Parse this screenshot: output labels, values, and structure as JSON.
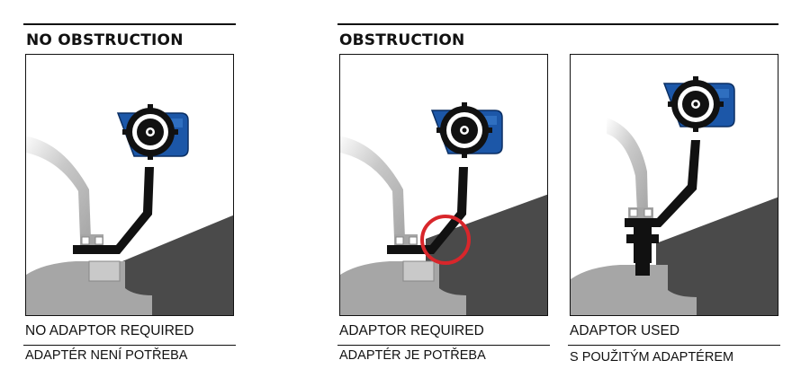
{
  "sections": [
    {
      "title": "NO OBSTRUCTION"
    },
    {
      "title": "OBSTRUCTION"
    }
  ],
  "panels": [
    {
      "caption": "NO ADAPTOR REQUIRED",
      "subcaption": "ADAPTÉR NENÍ POTŘEBA"
    },
    {
      "caption": "ADAPTOR REQUIRED",
      "subcaption": "ADAPTÉR JE POTŘEBA"
    },
    {
      "caption": "ADAPTOR USED",
      "subcaption": "S POUŽITÝM ADAPTÉREM"
    }
  ],
  "colors": {
    "sensor_blue": "#1c57a8",
    "rim_grey": "#a9a9a9",
    "obstruction_dark": "#4a4a4a",
    "highlight_red": "#d8262b"
  }
}
